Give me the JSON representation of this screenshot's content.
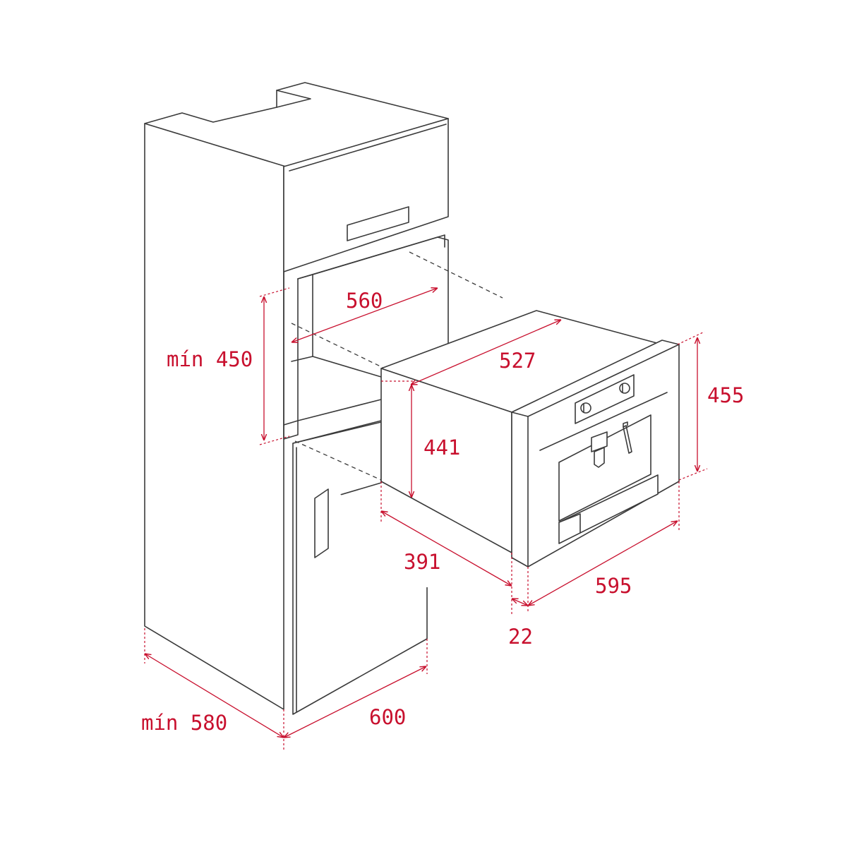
{
  "colors": {
    "line": "#3a3a3a",
    "dimension": "#c8102e"
  },
  "labels": {
    "min_450": "mín 450",
    "w560": "560",
    "w527": "527",
    "h455": "455",
    "h441": "441",
    "d391": "391",
    "w595": "595",
    "d22": "22",
    "min_580": "mín 580",
    "w600": "600"
  }
}
